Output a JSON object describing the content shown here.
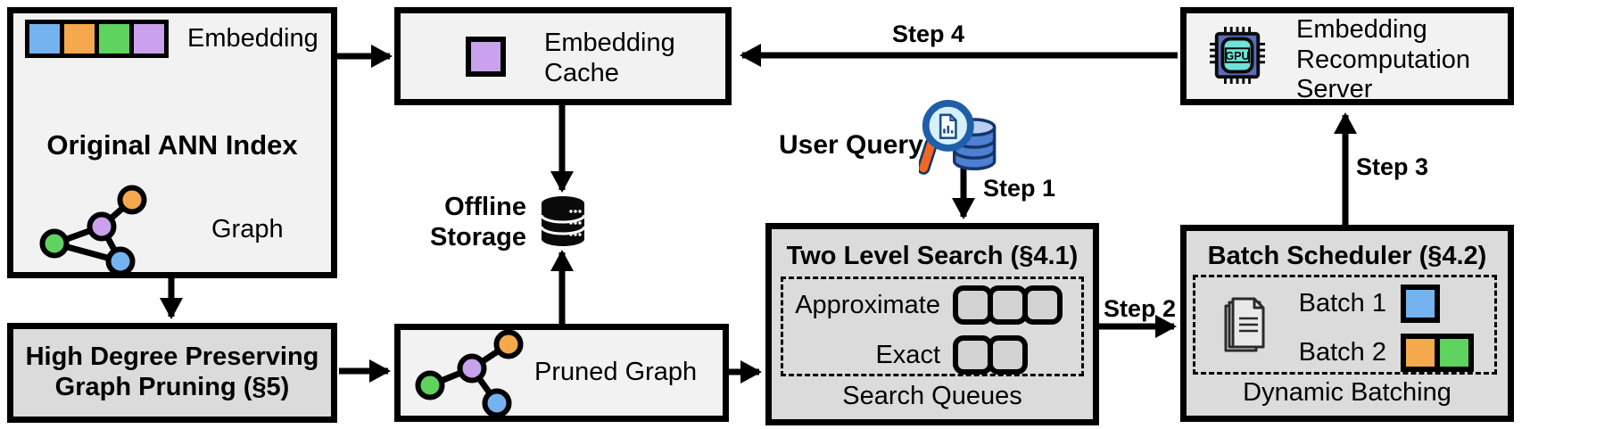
{
  "nodes": {
    "original_ann_index": {
      "title": "Original ANN Index",
      "embedding_label": "Embedding",
      "graph_label": "Graph"
    },
    "high_degree_pruning": {
      "line1": "High Degree Preserving",
      "line2": "Graph Pruning (§5)"
    },
    "embedding_cache": {
      "line1": "Embedding",
      "line2": "Cache"
    },
    "offline_storage": {
      "line1": "Offline",
      "line2": "Storage"
    },
    "pruned_graph": {
      "label": "Pruned Graph"
    },
    "user_query": {
      "label": "User Query"
    },
    "two_level_search": {
      "title": "Two Level Search (§4.1)",
      "queue_row1_label": "Approximate",
      "queue_row2_label": "Exact",
      "caption": "Search Queues"
    },
    "batch_scheduler": {
      "title": "Batch Scheduler (§4.2)",
      "row1_label": "Batch 1",
      "row2_label": "Batch 2",
      "caption": "Dynamic Batching"
    },
    "recomputation_server": {
      "line1": "Embedding",
      "line2": "Recomputation",
      "line3": "Server",
      "gpu_label": "GPU"
    }
  },
  "steps": {
    "step1": "Step 1",
    "step2": "Step 2",
    "step3": "Step 3",
    "step4": "Step 4"
  },
  "colors": {
    "blue": "#74B3F0",
    "orange": "#F5A94C",
    "green": "#5ED35E",
    "purple": "#C9A1EC",
    "box_light": "#F2F2F2",
    "box_shaded": "#DBDBDB",
    "queue_fill": "#D2D2D2",
    "gpu_body": "#5A6DB8",
    "gpu_core": "#6FE3D6",
    "query_db_blue": "#4E7FD0",
    "query_db_top": "#BBCFF0",
    "magnifier_rim": "#1F5FA8",
    "lens_fill": "#D6F1FA",
    "query_handle_orange": "#F26822"
  }
}
